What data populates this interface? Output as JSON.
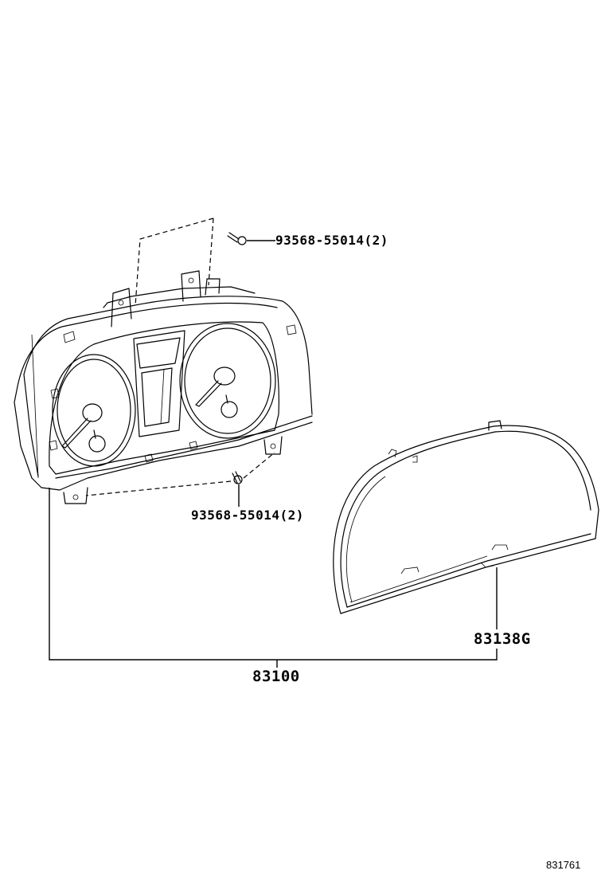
{
  "labels": {
    "screw_upper": "93568-55014(2)",
    "screw_lower": "93568-55014(2)",
    "lens_cover": "83138G",
    "assembly": "83100",
    "figure_id": "831761"
  }
}
